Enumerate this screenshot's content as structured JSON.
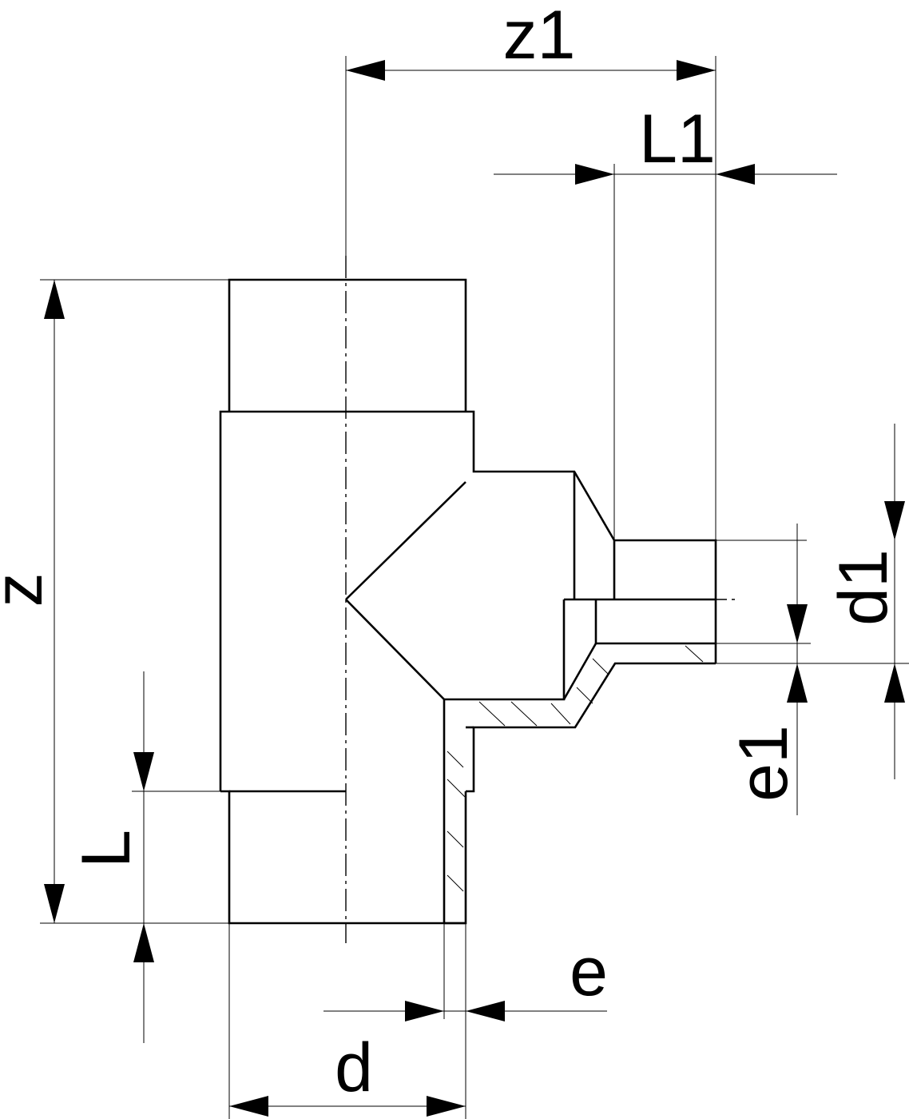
{
  "labels": {
    "z1": "z1",
    "L1": "L1",
    "z": "z",
    "L": "L",
    "d1": "d1",
    "e1": "e1",
    "e": "e",
    "d": "d"
  }
}
